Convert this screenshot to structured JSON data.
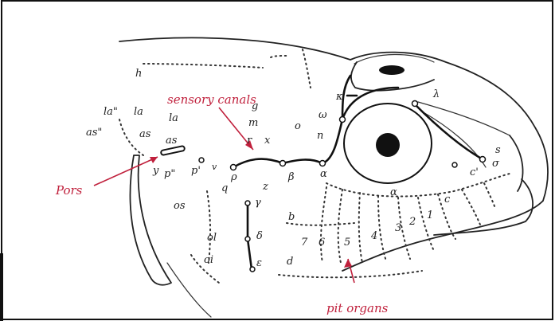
{
  "annotations": {
    "sensory_canals": "sensory canals",
    "pores": "Pors",
    "pit_organs": "pit organs"
  },
  "labels": [
    {
      "id": "h",
      "text": "h"
    },
    {
      "id": "la1",
      "text": "la\""
    },
    {
      "id": "la2",
      "text": "la"
    },
    {
      "id": "la3",
      "text": "la"
    },
    {
      "id": "as1",
      "text": "as\""
    },
    {
      "id": "as2",
      "text": "as"
    },
    {
      "id": "as3",
      "text": "as"
    },
    {
      "id": "g",
      "text": "g"
    },
    {
      "id": "m",
      "text": "m"
    },
    {
      "id": "r",
      "text": "r"
    },
    {
      "id": "x",
      "text": "x"
    },
    {
      "id": "o",
      "text": "o"
    },
    {
      "id": "omega",
      "text": "ω"
    },
    {
      "id": "n",
      "text": "n"
    },
    {
      "id": "kappa",
      "text": "κ"
    },
    {
      "id": "lambda",
      "text": "λ"
    },
    {
      "id": "s",
      "text": "s"
    },
    {
      "id": "sigma",
      "text": "σ"
    },
    {
      "id": "y",
      "text": "y"
    },
    {
      "id": "p2",
      "text": "p\""
    },
    {
      "id": "p1",
      "text": "p'"
    },
    {
      "id": "v",
      "text": "v"
    },
    {
      "id": "rho",
      "text": "ρ"
    },
    {
      "id": "beta",
      "text": "β"
    },
    {
      "id": "alpha1",
      "text": "α"
    },
    {
      "id": "alpha2",
      "text": "α"
    },
    {
      "id": "q",
      "text": "q"
    },
    {
      "id": "z",
      "text": "z"
    },
    {
      "id": "gamma",
      "text": "γ"
    },
    {
      "id": "delta",
      "text": "δ"
    },
    {
      "id": "epsilon",
      "text": "ε"
    },
    {
      "id": "os",
      "text": "os"
    },
    {
      "id": "ol",
      "text": "ol"
    },
    {
      "id": "oi",
      "text": "oi"
    },
    {
      "id": "b",
      "text": "b"
    },
    {
      "id": "d",
      "text": "d"
    },
    {
      "id": "c1",
      "text": "c"
    },
    {
      "id": "c2",
      "text": "c'"
    },
    {
      "id": "n7",
      "text": "7"
    },
    {
      "id": "n6",
      "text": "6"
    },
    {
      "id": "n5",
      "text": "5"
    },
    {
      "id": "n4",
      "text": "4"
    },
    {
      "id": "n3",
      "text": "3"
    },
    {
      "id": "n2",
      "text": "2"
    },
    {
      "id": "n1",
      "text": "1"
    }
  ]
}
